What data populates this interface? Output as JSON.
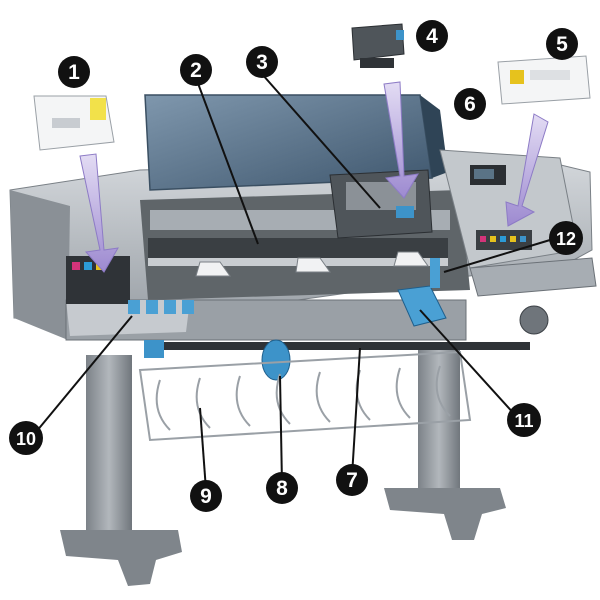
{
  "diagram": {
    "colors": {
      "callout_fill": "#111111",
      "callout_text": "#ffffff",
      "arrow": "#b6a6de",
      "body_grey": "#b9bec4",
      "dark_grey": "#6b7177",
      "window_blue": "#5b7690",
      "accent_blue": "#3d93c9",
      "stand": "#8d9399"
    },
    "callouts": [
      {
        "number": "1",
        "label_icon": "ink-cartridge-icon"
      },
      {
        "number": "2",
        "label_icon": "platen-icon"
      },
      {
        "number": "3",
        "label_icon": "printhead-carriage-icon"
      },
      {
        "number": "4",
        "label_icon": "printhead-icon"
      },
      {
        "number": "5",
        "label_icon": "printhead-cleaner-icon"
      },
      {
        "number": "6",
        "label_icon": "front-panel-icon"
      },
      {
        "number": "7",
        "label_icon": "spindle-icon"
      },
      {
        "number": "8",
        "label_icon": "blue-spindle-stop-icon"
      },
      {
        "number": "9",
        "label_icon": "bin-icon"
      },
      {
        "number": "10",
        "label_icon": "ink-cartridge-drawer-icon"
      },
      {
        "number": "11",
        "label_icon": "spindle-holder-icon"
      },
      {
        "number": "12",
        "label_icon": "blue-lever-icon"
      }
    ]
  }
}
